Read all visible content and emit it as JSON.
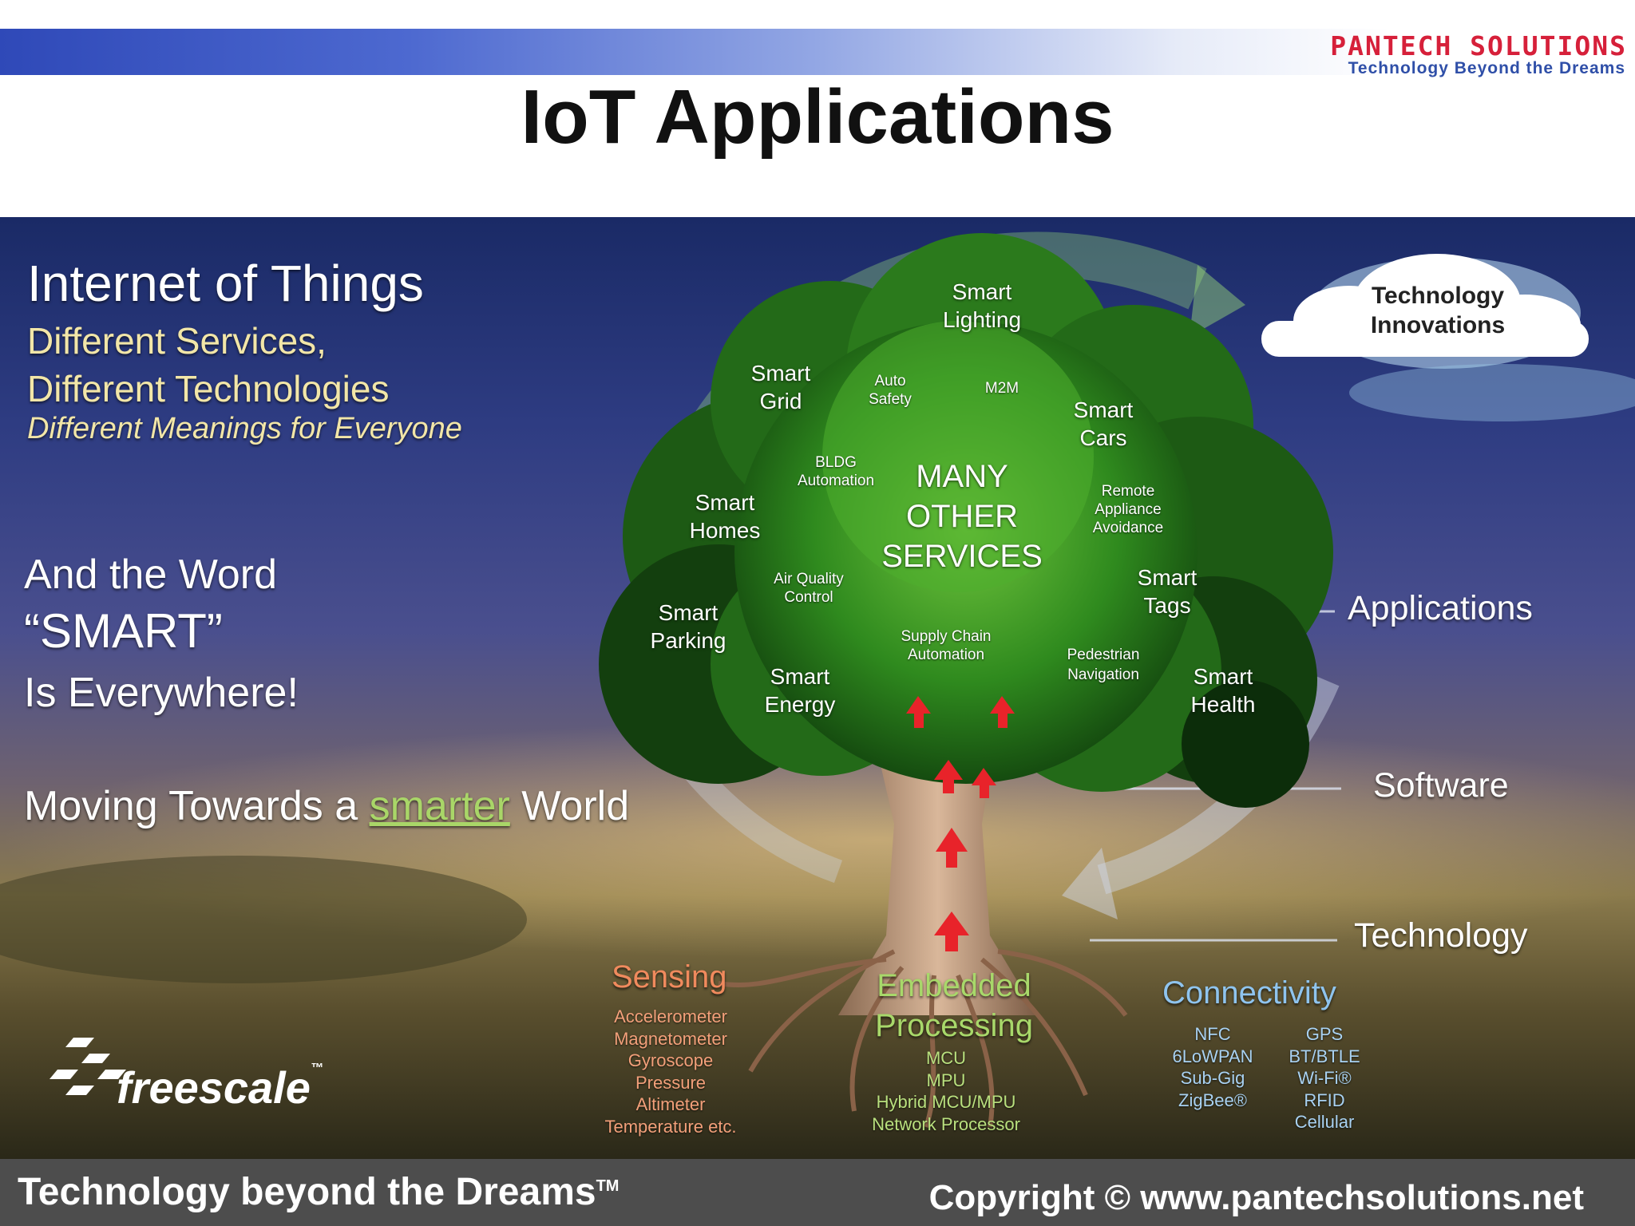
{
  "header": {
    "brand_name": "PANTECH SOLUTIONS",
    "brand_tagline": "Technology Beyond the Dreams",
    "title": "IoT Applications"
  },
  "hero": {
    "intro_title": "Internet of Things",
    "intro_line1": "Different Services,",
    "intro_line2": "Different Technologies",
    "intro_line3": "Different Meanings for Everyone",
    "smart_line1": "And the Word",
    "smart_line2": "“SMART”",
    "smart_line3": "Is Everywhere!",
    "moving_prefix": "Moving Towards a ",
    "moving_highlight": "smarter",
    "moving_suffix": " World",
    "cloud_line1": "Technology",
    "cloud_line2": "Innovations",
    "layers": {
      "applications": "Applications",
      "software": "Software",
      "technology": "Technology"
    },
    "tree_center": [
      "MANY",
      "OTHER",
      "SERVICES"
    ],
    "tree_labels": {
      "smart_lighting": [
        "Smart",
        "Lighting"
      ],
      "smart_grid": [
        "Smart",
        "Grid"
      ],
      "smart_cars": [
        "Smart",
        "Cars"
      ],
      "smart_homes": [
        "Smart",
        "Homes"
      ],
      "smart_tags": [
        "Smart",
        "Tags"
      ],
      "smart_parking": [
        "Smart",
        "Parking"
      ],
      "smart_energy": [
        "Smart",
        "Energy"
      ],
      "smart_health": [
        "Smart",
        "Health"
      ],
      "auto_safety": [
        "Auto",
        "Safety"
      ],
      "m2m": "M2M",
      "bldg": [
        "BLDG",
        "Automation"
      ],
      "remote": [
        "Remote",
        "Appliance",
        "Avoidance"
      ],
      "air_quality": [
        "Air Quality",
        "Control"
      ],
      "supply_chain": [
        "Supply Chain",
        "Automation"
      ],
      "pedestrian": [
        "Pedestrian",
        "Navigation"
      ]
    },
    "sensing": {
      "title": "Sensing",
      "items": [
        "Accelerometer",
        "Magnetometer",
        "Gyroscope",
        "Pressure",
        "Altimeter",
        "Temperature etc."
      ]
    },
    "embedded": {
      "title_line1": "Embedded",
      "title_line2": "Processing",
      "items": [
        "MCU",
        "MPU",
        "Hybrid MCU/MPU",
        "Network Processor"
      ]
    },
    "connectivity": {
      "title": "Connectivity",
      "col1": [
        "NFC",
        "6LoWPAN",
        "Sub-Gig",
        "ZigBee®"
      ],
      "col2": [
        "GPS",
        "BT/BTLE",
        "Wi-Fi®",
        "RFID",
        "Cellular"
      ]
    },
    "logo_text": "freescale",
    "logo_tm": "™"
  },
  "footer": {
    "left": "Technology beyond the Dreams",
    "left_tm": "TM",
    "right": "Copyright © www.pantechsolutions.net"
  },
  "colors": {
    "brand_red": "#d6203a",
    "brand_blue": "#2f4fa8",
    "sensing": "#f08a5d",
    "embedded": "#a8d86a",
    "connectivity": "#8fc4ee",
    "arrows": "#e8232a"
  }
}
